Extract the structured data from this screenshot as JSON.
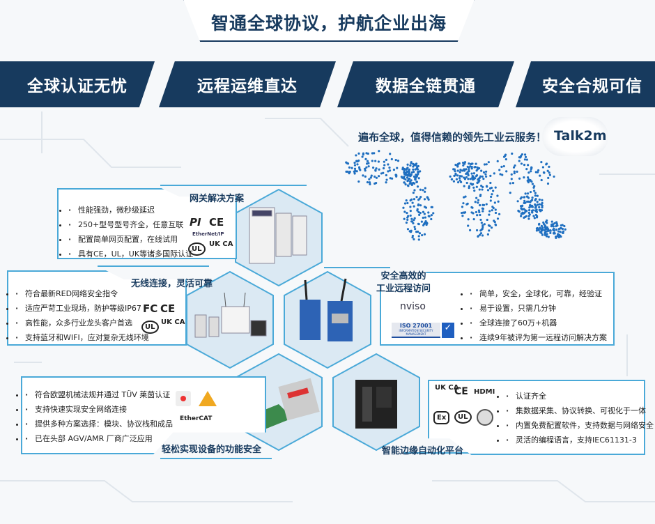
{
  "title": "智通全球协议，护航企业出海",
  "bands": [
    "全球认证无忧",
    "远程运维直达",
    "数据全链贯通",
    "安全合规可信"
  ],
  "map": {
    "text": "遍布全球，值得信赖的领先工业云服务！",
    "brand": "Talk2m"
  },
  "gateway": {
    "title": "网关解决方案",
    "items": [
      "性能强劲，微秒级延迟",
      "250+型号型号齐全，任意互联",
      "配置简单网页配置，在线试用",
      "具有CE，UL，UK等诸多国际认证"
    ],
    "logos": [
      "PI",
      "CE",
      "EtherNet/IP",
      "UL",
      "UK CA"
    ]
  },
  "wireless": {
    "title": "无线连接，灵活可靠",
    "items": [
      "符合最新RED网络安全指令",
      "适应严苛工业现场，防护等级IP67",
      "高性能，众多行业龙头客户首选",
      "支持蓝牙和WIFI，应对复杂无线环境"
    ],
    "logos": [
      "FC",
      "CE",
      "UL",
      "UK CA"
    ]
  },
  "remote": {
    "title_line1": "安全高效的",
    "title_line2": "工业远程访问",
    "items": [
      "简单，安全，全球化，可靠，经验证",
      "易于设置，只需几分钟",
      "全球连接了60万+机器",
      "连续9年被评为第一远程访问解决方案"
    ],
    "logos": [
      "nviso",
      "ISO 27001",
      "INFORMATION SECURITY MANAGEMENT"
    ]
  },
  "safety": {
    "title": "轻松实现设备的功能安全",
    "items": [
      "符合欧盟机械法规并通过 TÜV 莱茵认证",
      "支持快速实现安全网络连接",
      "提供多种方案选择：模块、协议栈和成品",
      "已在头部 AGV/AMR 厂商广泛应用"
    ],
    "logos": [
      "EtherCAT"
    ]
  },
  "edge": {
    "title": "智能边缘自动化平台",
    "items": [
      "认证齐全",
      "集数据采集、协议转换、可视化于一体",
      "内置免费配置软件，支持数据与网络安全",
      "灵活的编程语言，支持IEC61131-3"
    ],
    "logos": [
      "UK CA",
      "CE",
      "HDMI",
      "Ex",
      "UL"
    ]
  },
  "colors": {
    "navy": "#173a5e",
    "accent": "#4aa9d8",
    "map": "#1f6fc0"
  }
}
